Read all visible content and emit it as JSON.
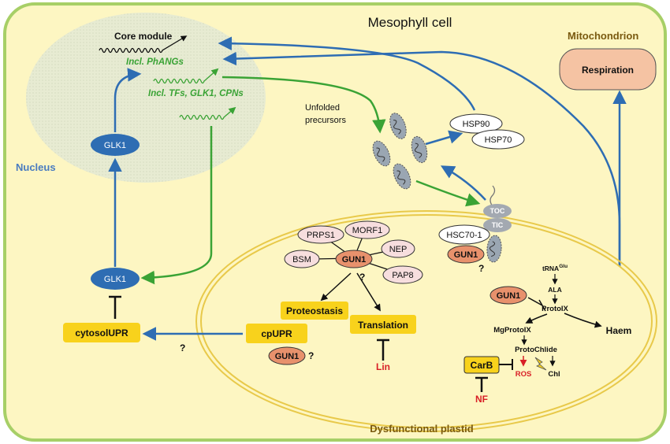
{
  "title": "Mesophyll cell",
  "compartments": {
    "nucleus": "Nucleus",
    "mitochondrion": "Mitochondrion",
    "plastid": "Dysfunctional plastid"
  },
  "nucleus_genes": {
    "core": "Core module",
    "phangs": "Incl. PhANGs",
    "tfs": "Incl. TFs, GLK1, CPNs"
  },
  "glk1_top": "GLK1",
  "glk1_bottom": "GLK1",
  "cytosol_upr": "cytosolUPR",
  "respiration": "Respiration",
  "unfolded_precursors": [
    "Unfolded",
    "precursors"
  ],
  "hsp90": "HSP90",
  "hsp70": "HSP70",
  "toc": "TOC",
  "tic": "TIC",
  "hsc70": "HSC70-1",
  "gun1": "GUN1",
  "question_mark": "?",
  "gun1_partners": [
    "PRPS1",
    "MORF1",
    "NEP",
    "BSM",
    "PAP8"
  ],
  "proteostasis": "Proteostasis",
  "translation": "Translation",
  "cpupr": "cpUPR",
  "lin": "Lin",
  "tetrapyrrole": {
    "trna": "tRNA",
    "trna_sup": "Glu",
    "ala": "ALA",
    "protoix": "ProtoIX",
    "haem": "Haem",
    "mgprotoix": "MgProtoIX",
    "protochlide": "ProtoChlide",
    "ros": "ROS",
    "chl": "Chl"
  },
  "carb": "CarB",
  "nf": "NF",
  "colors": {
    "cell_fill": "#fdf6c2",
    "cell_border": "#a7cf67",
    "nucleus_fill": "#e7ebd2",
    "blue_arrow": "#2e6db3",
    "green_arrow": "#3aa335",
    "gun1_fill": "#e8916c",
    "partner_fill": "#f7dede",
    "yellow_box": "#f8d21c",
    "respiration_fill": "#f5c3a3",
    "red_text": "#d81f26",
    "label_brown": "#7a5a10",
    "label_blue": "#4a7cc0"
  }
}
